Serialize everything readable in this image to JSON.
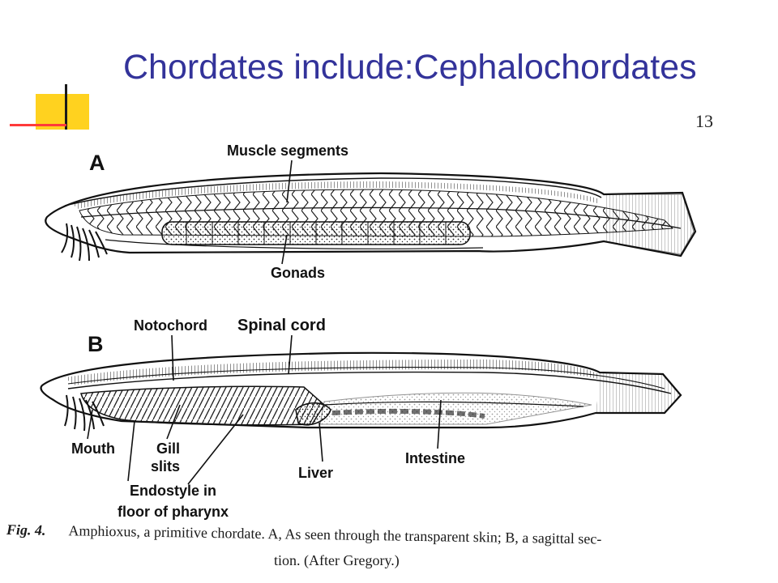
{
  "slide": {
    "title": "Chordates include:Cephalochordates"
  },
  "figure": {
    "page_mark": "13",
    "panels": [
      {
        "letter": "A",
        "labels": [
          "Muscle segments",
          "Gonads"
        ]
      },
      {
        "letter": "B",
        "labels": [
          "Notochord",
          "Spinal cord",
          "Mouth",
          "Gill",
          "slits",
          "Liver",
          "Intestine",
          "Endostyle in",
          "floor of pharynx"
        ]
      }
    ],
    "caption": {
      "label": "Fig. 4.",
      "line1": "Amphioxus, a primitive chordate. A, As seen through the transparent skin; B, a sagittal sec-",
      "line2": "tion. (After Gregory.)"
    }
  },
  "colors": {
    "title": "#33339a",
    "accent_yellow": "#ffd21f",
    "accent_red": "#ff3a3a"
  }
}
